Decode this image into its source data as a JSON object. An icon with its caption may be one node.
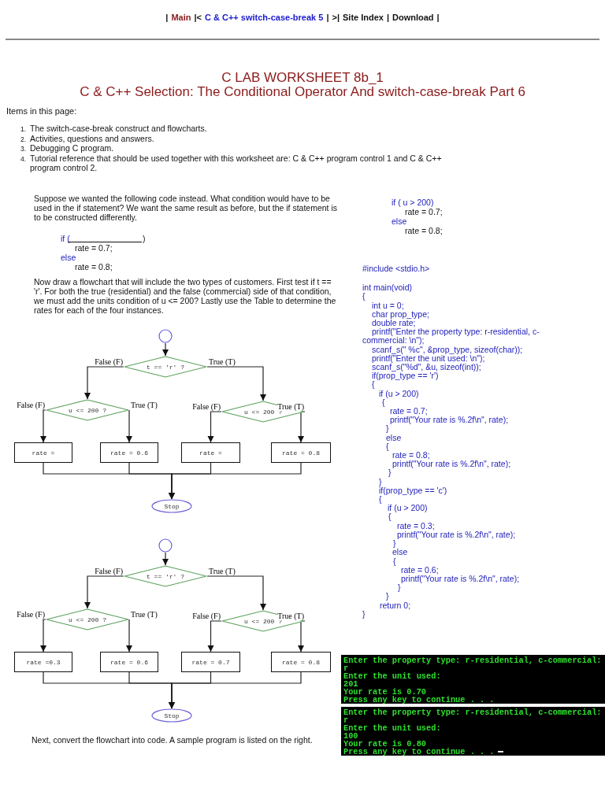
{
  "diagram": {
    "title": "C LAB WORKSHEET 8b_1",
    "nodes": [
      {
        "text": [],
        "shape": "circle"
      },
      {
        "text": [
          "t == 'r' ?"
        ]
      },
      {
        "text": [
          "u <= 200 ?"
        ]
      },
      {
        "text": [
          "u <= 200 ?"
        ]
      },
      {
        "text": [
          "rate ="
        ]
      },
      {
        "text": [
          "rate = 0.6"
        ]
      },
      {
        "text": [
          "rate ="
        ]
      },
      {
        "text": [
          "rate = 0.8"
        ]
      },
      {
        "text": [
          "Stop"
        ]
      },
      {
        "text": [],
        "shape": "circle"
      },
      {
        "text": [
          "t == 'r' ?"
        ]
      },
      {
        "text": [
          "u <= 200 ?"
        ]
      },
      {
        "text": [
          "u <= 200 ?"
        ]
      },
      {
        "text": [
          "rate =0.3"
        ]
      },
      {
        "text": [
          "rate = 0.6"
        ]
      },
      {
        "text": [
          "rate = 0.7"
        ]
      },
      {
        "text": [
          "rate = 0.8"
        ]
      },
      {
        "text": [
          "Stop"
        ]
      }
    ],
    "edges": [
      {
        "from": 0,
        "to": 1,
        "arrow": "to"
      },
      {
        "from": 1,
        "to": 2,
        "arrow": "to",
        "label": "False (F)"
      },
      {
        "from": 1,
        "to": 3,
        "arrow": "to",
        "label": "True (T)"
      },
      {
        "from": 2,
        "to": 4,
        "arrow": "to",
        "label": "False (F)"
      },
      {
        "from": 2,
        "to": 5,
        "arrow": "to",
        "label": "True (T)"
      },
      {
        "from": 3,
        "to": 6,
        "arrow": "to",
        "label": "False (F)"
      },
      {
        "from": 3,
        "to": 7,
        "arrow": "to",
        "label": "True (T)"
      },
      {
        "from": 4,
        "to": 8,
        "arrow": "to"
      },
      {
        "from": 5,
        "to": 8,
        "arrow": "to"
      },
      {
        "from": 6,
        "to": 8,
        "arrow": "to"
      },
      {
        "from": 7,
        "to": 8,
        "arrow": "to"
      },
      {
        "from": 9,
        "to": 10,
        "arrow": "to"
      },
      {
        "from": 10,
        "to": 11,
        "arrow": "to",
        "label": "False (F)"
      },
      {
        "from": 10,
        "to": 12,
        "arrow": "to",
        "label": "True (T)"
      },
      {
        "from": 11,
        "to": 13,
        "arrow": "to",
        "label": "False (F)"
      },
      {
        "from": 11,
        "to": 14,
        "arrow": "to",
        "label": "True (T)"
      },
      {
        "from": 12,
        "to": 15,
        "arrow": "to",
        "label": "False (F)"
      },
      {
        "from": 12,
        "to": 16,
        "arrow": "to",
        "label": "True (T)"
      },
      {
        "from": 13,
        "to": 17,
        "arrow": "to"
      },
      {
        "from": 14,
        "to": 17,
        "arrow": "to"
      },
      {
        "from": 15,
        "to": 17,
        "arrow": "to"
      },
      {
        "from": 16,
        "to": 17,
        "arrow": "to"
      }
    ],
    "labels": [
      "|",
      "Main",
      "|<",
      "C & C++ switch-case-break 5",
      "|",
      ">|",
      "Site Index",
      "|",
      "Download",
      "|",
      "C & C++ Selection: The Conditional Operator And switch-case-break Part 6",
      "Items in this page:",
      "1.",
      "The switch-case-break construct and flowcharts.",
      "2.",
      "Activities, questions and answers.",
      "3.",
      "Debugging C program.",
      "4.",
      "Tutorial reference that should be used together with this worksheet are: C & C++ program control 1 and C & C++ program control 2.",
      "Suppose we wanted the following code instead. What condition would have to be used in the if statement? We want the same result as before, but the if statement is to be constructed differently.",
      "if (",
      ")",
      "rate = 0.7;",
      "else",
      "rate = 0.8;",
      "Now draw a flowchart that will include the two types of customers. First test if t == 'r'. For both the true (residential) and the false (commercial) side of that condition, we must add the units condition of u <= 200? Lastly use the Table to determine the rates for each of the four instances.",
      "Next, convert the flowchart into code. A sample program is listed on the right.",
      "if ( u > 200)",
      "rate = 0.7;",
      "else",
      "rate = 0.8;",
      "#include <stdio.h>",
      "int main(void)",
      "{",
      "int u = 0;",
      "char prop_type;",
      "double rate;",
      "printf(\"Enter the property type: r-residential, c-commercial: \\n\");",
      "scanf_s(\" %c\", &prop_type, sizeof(char));",
      "printf(\"Enter the unit used: \\n\");",
      "scanf_s(\"%d\", &u, sizeof(int));",
      "if(prop_type == 'r')",
      "{",
      "if (u > 200)",
      "{",
      "rate = 0.7;",
      "printf(\"Your rate is %.2f\\n\", rate);",
      "}",
      "else",
      "{",
      "rate = 0.8;",
      "printf(\"Your rate is %.2f\\n\", rate);",
      "}",
      "}",
      "if(prop_type == 'c')",
      "{",
      "if (u > 200)",
      "{",
      "rate = 0.3;",
      "printf(\"Your rate is %.2f\\n\", rate);",
      "}",
      "else",
      "{",
      "rate = 0.6;",
      "printf(\"Your rate is %.2f\\n\", rate);",
      "}",
      "}",
      "return 0;",
      "}",
      "Enter the property type: r-residential, c-commercial:",
      "r",
      "Enter the unit used:",
      "201",
      "Your rate is 0.70",
      "Press any key to continue . . .",
      "Enter the property type: r-residential, c-commercial:",
      "r",
      "Enter the unit used:",
      "100",
      "Your rate is 0.80",
      "Press any key to continue . . ."
    ]
  }
}
